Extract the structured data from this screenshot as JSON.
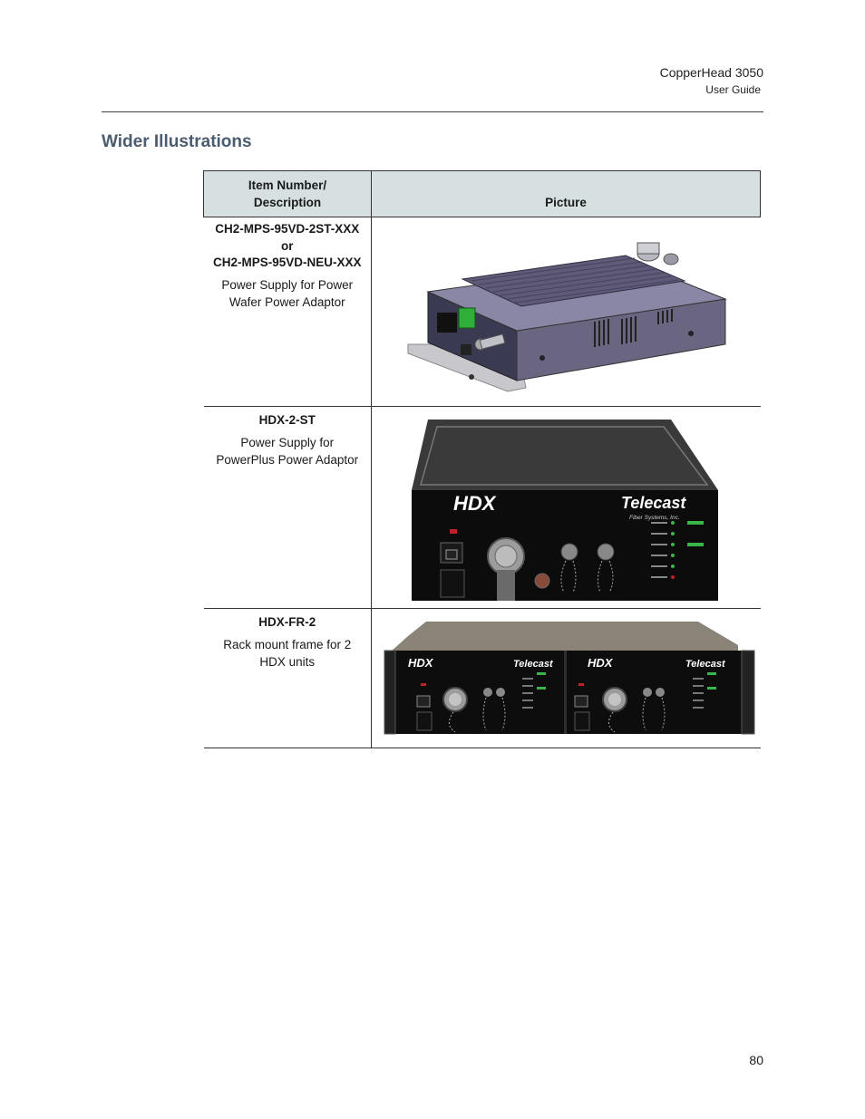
{
  "header": {
    "title": "CopperHead 3050",
    "subtitle": "User Guide"
  },
  "section": {
    "title": "Wider Illustrations"
  },
  "table": {
    "headers": {
      "item_line1": "Item Number/",
      "item_line2": "Description",
      "picture": "Picture"
    },
    "rows": [
      {
        "codes": [
          "CH2-MPS-95VD-2ST-XXX",
          "or",
          "CH2-MPS-95VD-NEU-XXX"
        ],
        "desc_lines": [
          "Power Supply for Power",
          "Wafer Power Adaptor"
        ],
        "picture": "power-supply-enclosure"
      },
      {
        "codes": [
          "HDX-2-ST"
        ],
        "desc_lines": [
          "Power Supply for",
          "PowerPlus Power Adaptor"
        ],
        "picture": "hdx-unit",
        "labels": {
          "brand": "HDX",
          "maker": "Telecast",
          "maker_sub": "Fiber Systems, Inc."
        }
      },
      {
        "codes": [
          "HDX-FR-2"
        ],
        "desc_lines": [
          "Rack mount frame for 2",
          "HDX units"
        ],
        "picture": "hdx-rack-frame",
        "labels": {
          "brand": "HDX",
          "maker": "Telecast"
        }
      }
    ]
  },
  "footer": {
    "page_number": "80"
  }
}
